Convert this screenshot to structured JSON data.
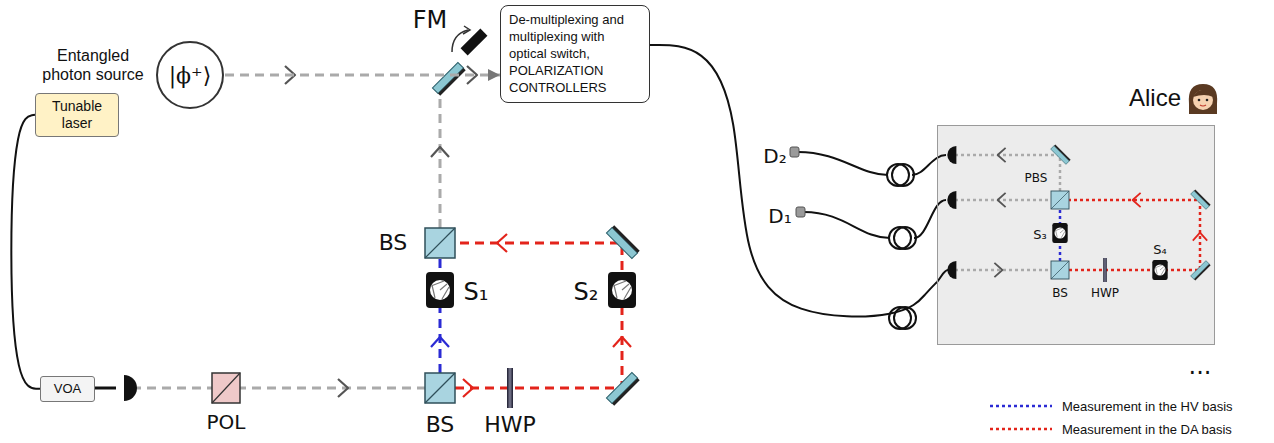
{
  "diagram": {
    "nodes": [
      {
        "text": [
          "Entangled photon source",
          "|ϕ⁺⟩"
        ]
      },
      {
        "text": [
          "De-multiplexing and multiplexing with optical switch, POLARIZATION CONTROLLERS"
        ]
      },
      {
        "text": [
          "Tunable laser"
        ]
      },
      {
        "text": [
          "VOA"
        ]
      },
      {
        "text": [
          "Alice"
        ]
      }
    ],
    "edges": [
      {
        "from": 2,
        "to": 3,
        "arrow": "none"
      },
      {
        "from": 0,
        "to": 1,
        "arrow": "to"
      },
      {
        "from": 1,
        "to": 4,
        "arrow": "none"
      }
    ],
    "labels": [
      "FM",
      "BS",
      "S₁",
      "S₂",
      "BS",
      "HWP",
      "POL",
      "D₂",
      "D₁",
      "PBS",
      "S₃",
      "BS",
      "HWP",
      "S₄",
      "..."
    ],
    "legend": [
      {
        "text": "Measurement in the HV basis"
      },
      {
        "text": "Measurement in the DA basis"
      }
    ]
  }
}
